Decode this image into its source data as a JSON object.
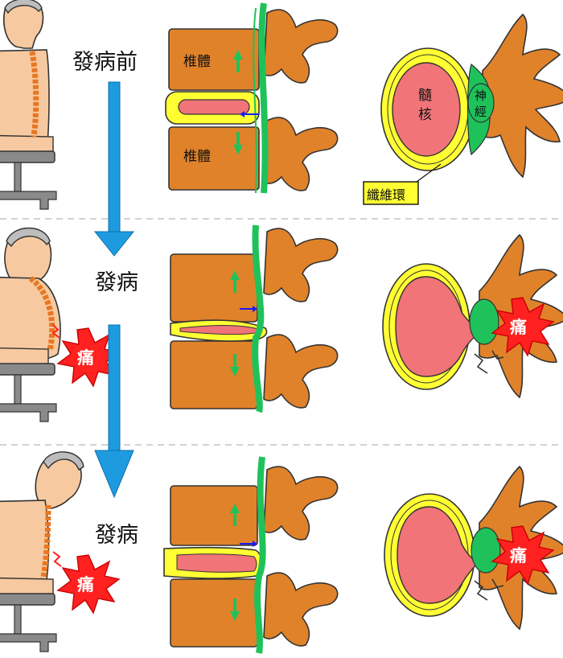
{
  "stages": [
    {
      "label": "發病前"
    },
    {
      "label": "發病"
    },
    {
      "label": "發病"
    }
  ],
  "labels": {
    "vertebra_upper": "椎體",
    "vertebra_lower": "椎體",
    "nucleus_a": "髓",
    "nucleus_b": "核",
    "nerve_a": "神",
    "nerve_b": "經",
    "annulus": "纖維環",
    "pain": "痛"
  },
  "colors": {
    "skin": "#f7c9a0",
    "spine": "#e87722",
    "bone": "#e0822a",
    "nucleus": "#f07478",
    "annulus": "#ffff33",
    "nerve": "#1fc25a",
    "arrow": "#1e9be0",
    "pain": "#ff2020",
    "divider": "#b8b8b8"
  }
}
